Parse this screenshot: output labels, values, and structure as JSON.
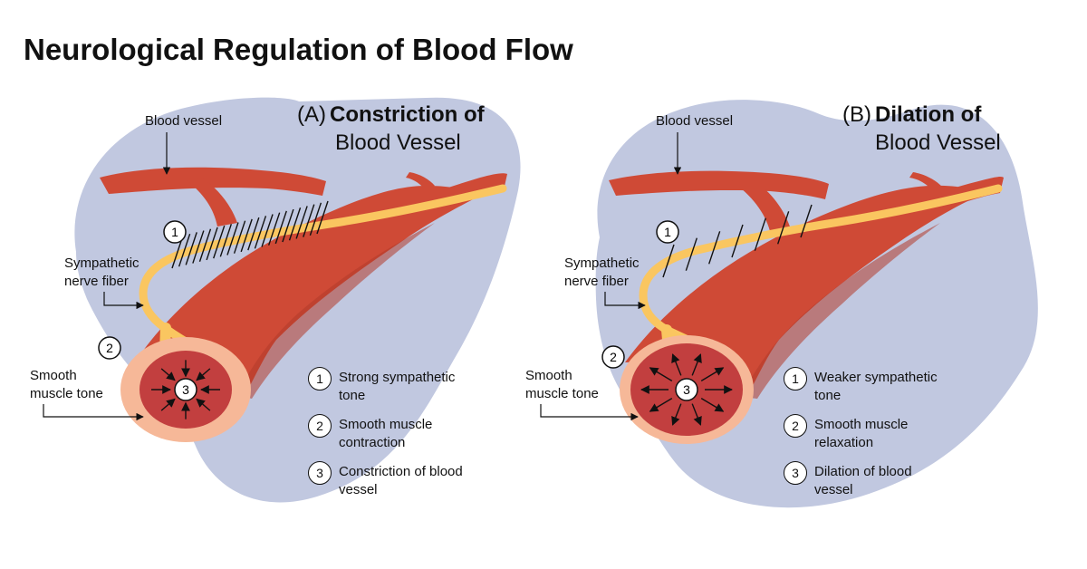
{
  "title": "Neurological Regulation of Blood Flow",
  "colors": {
    "tissue": "#c1c8e0",
    "vessel": "#cf4a36",
    "vessel_dark": "#b33a2a",
    "lumen": "#c23f3f",
    "lumen_ring": "#f6b898",
    "nerve": "#fac660",
    "text": "#111111"
  },
  "panels": [
    {
      "id": "A",
      "prefix": "(A)",
      "heading_line1": "Constriction of",
      "heading_line2": "Blood Vessel",
      "labels": {
        "blood_vessel": "Blood vessel",
        "nerve_fiber_line1": "Sympathetic",
        "nerve_fiber_line2": "nerve fiber",
        "muscle_tone_line1": "Smooth",
        "muscle_tone_line2": "muscle tone"
      },
      "markers": {
        "nerve": "1",
        "muscle": "2",
        "lumen": "3"
      },
      "legend": [
        {
          "num": "1",
          "line1": "Strong sympathetic",
          "line2": "tone"
        },
        {
          "num": "2",
          "line1": "Smooth muscle",
          "line2": "contraction"
        },
        {
          "num": "3",
          "line1": "Constriction of blood",
          "line2": "vessel"
        }
      ]
    },
    {
      "id": "B",
      "prefix": "(B)",
      "heading_line1": "Dilation of",
      "heading_line2": "Blood Vessel",
      "labels": {
        "blood_vessel": "Blood vessel",
        "nerve_fiber_line1": "Sympathetic",
        "nerve_fiber_line2": "nerve fiber",
        "muscle_tone_line1": "Smooth",
        "muscle_tone_line2": "muscle tone"
      },
      "markers": {
        "nerve": "1",
        "muscle": "2",
        "lumen": "3"
      },
      "legend": [
        {
          "num": "1",
          "line1": "Weaker sympathetic",
          "line2": "tone"
        },
        {
          "num": "2",
          "line1": "Smooth muscle",
          "line2": "relaxation"
        },
        {
          "num": "3",
          "line1": "Dilation of blood",
          "line2": "vessel"
        }
      ]
    }
  ]
}
